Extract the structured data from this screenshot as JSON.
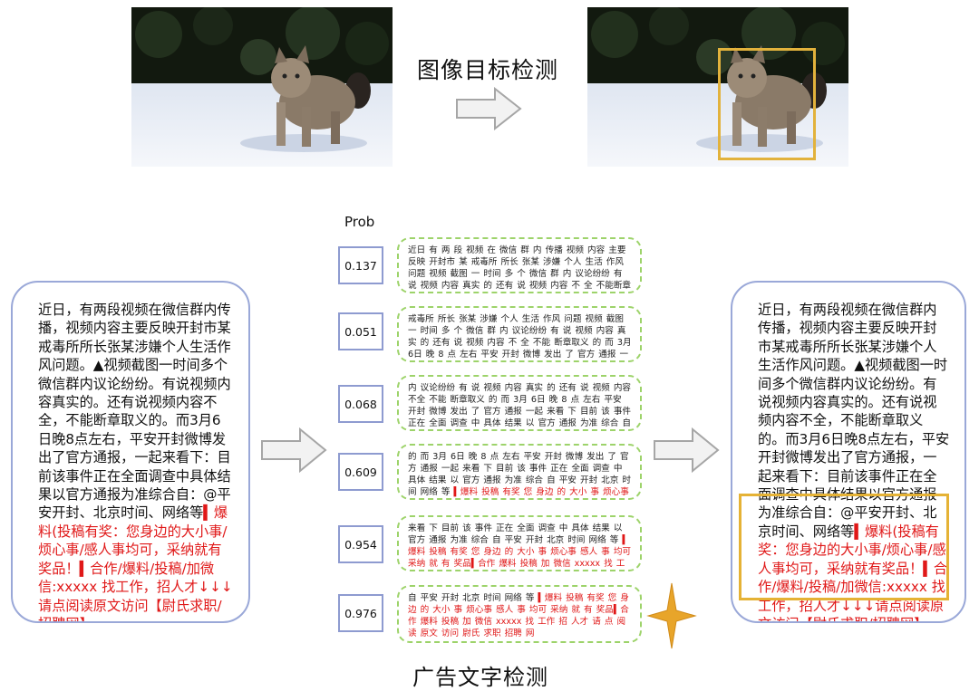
{
  "labels": {
    "image_detection": "图像目标检测",
    "prob": "Prob",
    "ad_text_detection": "广告文字检测"
  },
  "source_text": {
    "normal": "近日，有两段视频在微信群内传播，视频内容主要反映开封市某戒毒所所长张某涉嫌个人生活作风问题。▲视频截图一时间多个微信群内议论纷纷。有说视频内容真实的。还有说视频内容不全，不能断章取义的。而3月6日晚8点左右，平安开封微博发出了官方通报，一起来看下：目前该事件正在全面调查中具体结果以官方通报为准综合自：@平安开封、北京时间、网络等",
    "ad": "▍爆料(投稿有奖：您身边的大小事/烦心事/感人事均可，采纳就有奖品！▍合作/爆料/投稿/加微信:xxxxx 找工作，招人才↓↓↓请点阅读原文访问【尉氏求职/招聘网】"
  },
  "chunks": [
    {
      "prob": "0.137",
      "text": "近日 有 两 段 视频 在 微信 群 内 传播 视频 内容 主要 反映 开封市 某 戒毒所 所长 张某 涉嫌 个人 生活 作风 问题 视频 截图 一 时间 多 个 微信 群 内 议论纷纷 有 说 视频 内容 真实 的 还有 说 视频 内容 不 全 不能断章取义 的",
      "ad": ""
    },
    {
      "prob": "0.051",
      "text": "戒毒所 所长 张某 涉嫌 个人 生活 作风 问题 视频 截图 一 时间 多 个 微信 群 内 议论纷纷 有 说 视频 内容 真实 的 还有 说 视频 内容 不 全 不能 断章取义 的 而 3月 6日 晚 8 点 左右 平安 开封 微博 发出 了 官方 通报 一起 来看",
      "ad": ""
    },
    {
      "prob": "0.068",
      "text": "内 议论纷纷 有 说 视频 内容 真实 的 还有 说 视频 内容 不全 不能 断章取义 的 而 3月 6日 晚 8 点 左右 平安 开封 微博 发出 了 官方 通报 一起 来看 下 目前 该 事件 正在 全面 调查 中 具体 结果 以 官方 通报 为准 综合 自",
      "ad": ""
    },
    {
      "prob": "0.609",
      "text": "的 而 3月 6日 晚 8 点 左右 平安 开封 微博 发出 了 官方 通报 一起 来看 下 目前 该 事件 正在 全面 调查 中 具体 结果 以 官方 通报 为准 综合 自 平安 开封 北京 时间 网络 等",
      "ad": "▍爆料 投稿 有奖 您 身边 的 大小 事 烦心事"
    },
    {
      "prob": "0.954",
      "text": "来看 下 目前 该 事件 正在 全面 调查 中 具体 结果 以 官方 通报 为准 综合 自 平安 开封 北京 时间 网络 等",
      "ad": "▍爆料 投稿 有奖 您 身边 的 大小 事 烦心事 感人 事 均可 采纳 就 有 奖品▍合作 爆料 投稿 加 微信 xxxxx 找 工作"
    },
    {
      "prob": "0.976",
      "text": "自 平安 开封 北京 时间 网络 等",
      "ad": "▍爆料 投稿 有奖 您 身边 的 大小 事 烦心事 感人 事 均可 采纳 就 有 奖品▍合作 爆料 投稿 加 微信 xxxxx 找 工作 招 人才 请 点 阅读 原文 访问 尉氏 求职 招聘 网"
    }
  ],
  "colors": {
    "detect_box": "#e2b23c",
    "ad_text": "#e01818",
    "chunk_border": "#9dd36a",
    "text_box_border": "#9aa8d8",
    "star": "#e8a52a"
  }
}
